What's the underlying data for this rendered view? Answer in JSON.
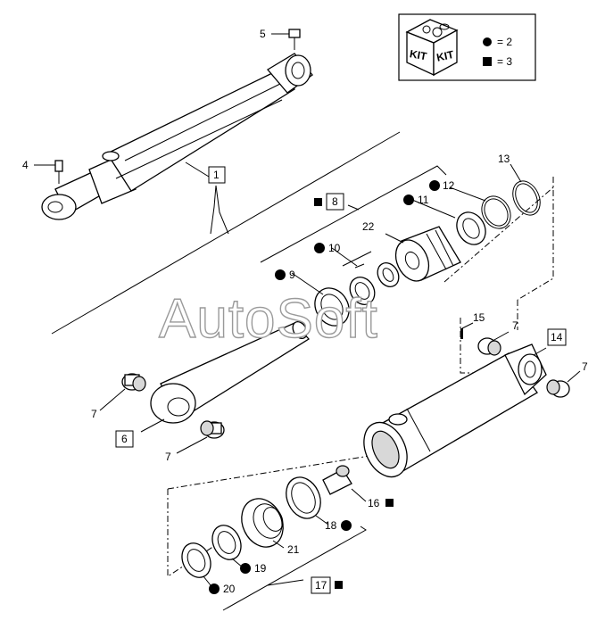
{
  "watermark": "AutoSoft",
  "legend": {
    "kit_word_left": "KIT",
    "kit_word_right": "KIT",
    "circle_text": "= 2",
    "square_text": "= 3"
  },
  "callouts": {
    "c1": "1",
    "c4": "4",
    "c5": "5",
    "c6": "6",
    "c7a": "7",
    "c7b": "7",
    "c7c": "7",
    "c7d": "7",
    "c8": "8",
    "c9": "9",
    "c10": "10",
    "c11": "11",
    "c12": "12",
    "c13": "13",
    "c14": "14",
    "c15": "15",
    "c16": "16",
    "c17": "17",
    "c18": "18",
    "c19": "19",
    "c20": "20",
    "c21": "21",
    "c22": "22"
  }
}
